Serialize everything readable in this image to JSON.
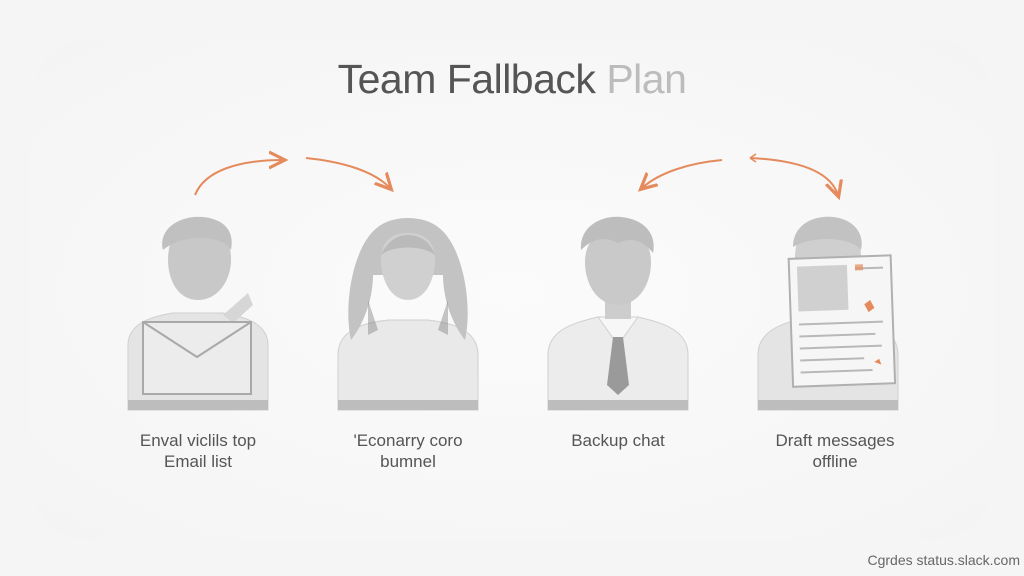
{
  "title": {
    "part1": "Team Fallback",
    "part2": "Plan"
  },
  "colors": {
    "arrow": "#e58a5c",
    "figure": "#c9c9c9",
    "accent": "#e58a5c"
  },
  "steps": [
    {
      "icon": "email-person-icon",
      "label_line1": "Enval viclils top",
      "label_line2": "Email list"
    },
    {
      "icon": "woman-person-icon",
      "label_line1": "'Econarry coro",
      "label_line2": "bumnel"
    },
    {
      "icon": "businessman-person-icon",
      "label_line1": "Backup chat",
      "label_line2": ""
    },
    {
      "icon": "document-person-icon",
      "label_line1": "Draft messages",
      "label_line2": "offline"
    }
  ],
  "footer": "Cgrdes status.slack.com"
}
